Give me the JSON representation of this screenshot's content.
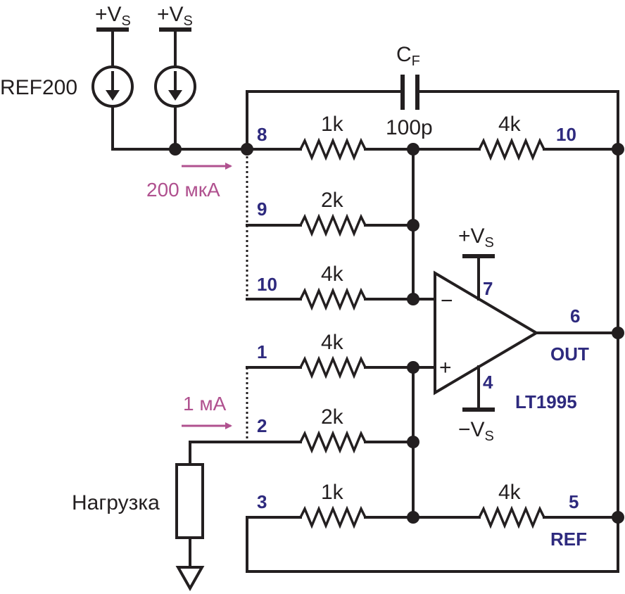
{
  "colors": {
    "wire": "#231f20",
    "pin_label": "#2e2a7e",
    "current": "#b0518f"
  },
  "sources": {
    "supply_left": "+V",
    "supply_left_sub": "S",
    "supply_right": "+V",
    "supply_right_sub": "S",
    "ref_label": "REF200"
  },
  "capacitor": {
    "label": "C",
    "label_sub": "F",
    "value": "100p"
  },
  "resistors": {
    "r8": "1k",
    "r8_fb": "4k",
    "r9": "2k",
    "r10": "4k",
    "r1": "4k",
    "r2": "2k",
    "r3": "1k",
    "r3_fb": "4k"
  },
  "pins": {
    "p8": "8",
    "p10_top": "10",
    "p9": "9",
    "p10": "10",
    "p1": "1",
    "p2": "2",
    "p3": "3",
    "p5": "5",
    "p6": "6",
    "p7": "7",
    "p4": "4",
    "out": "OUT",
    "ref": "REF",
    "part": "LT1995"
  },
  "opamp": {
    "minus": "−",
    "plus": "+",
    "vpos": "+V",
    "vpos_sub": "S",
    "vneg": "−V",
    "vneg_sub": "S"
  },
  "currents": {
    "top": "200 мкА",
    "bottom": "1 мА"
  },
  "load": {
    "label": "Нагрузка"
  }
}
